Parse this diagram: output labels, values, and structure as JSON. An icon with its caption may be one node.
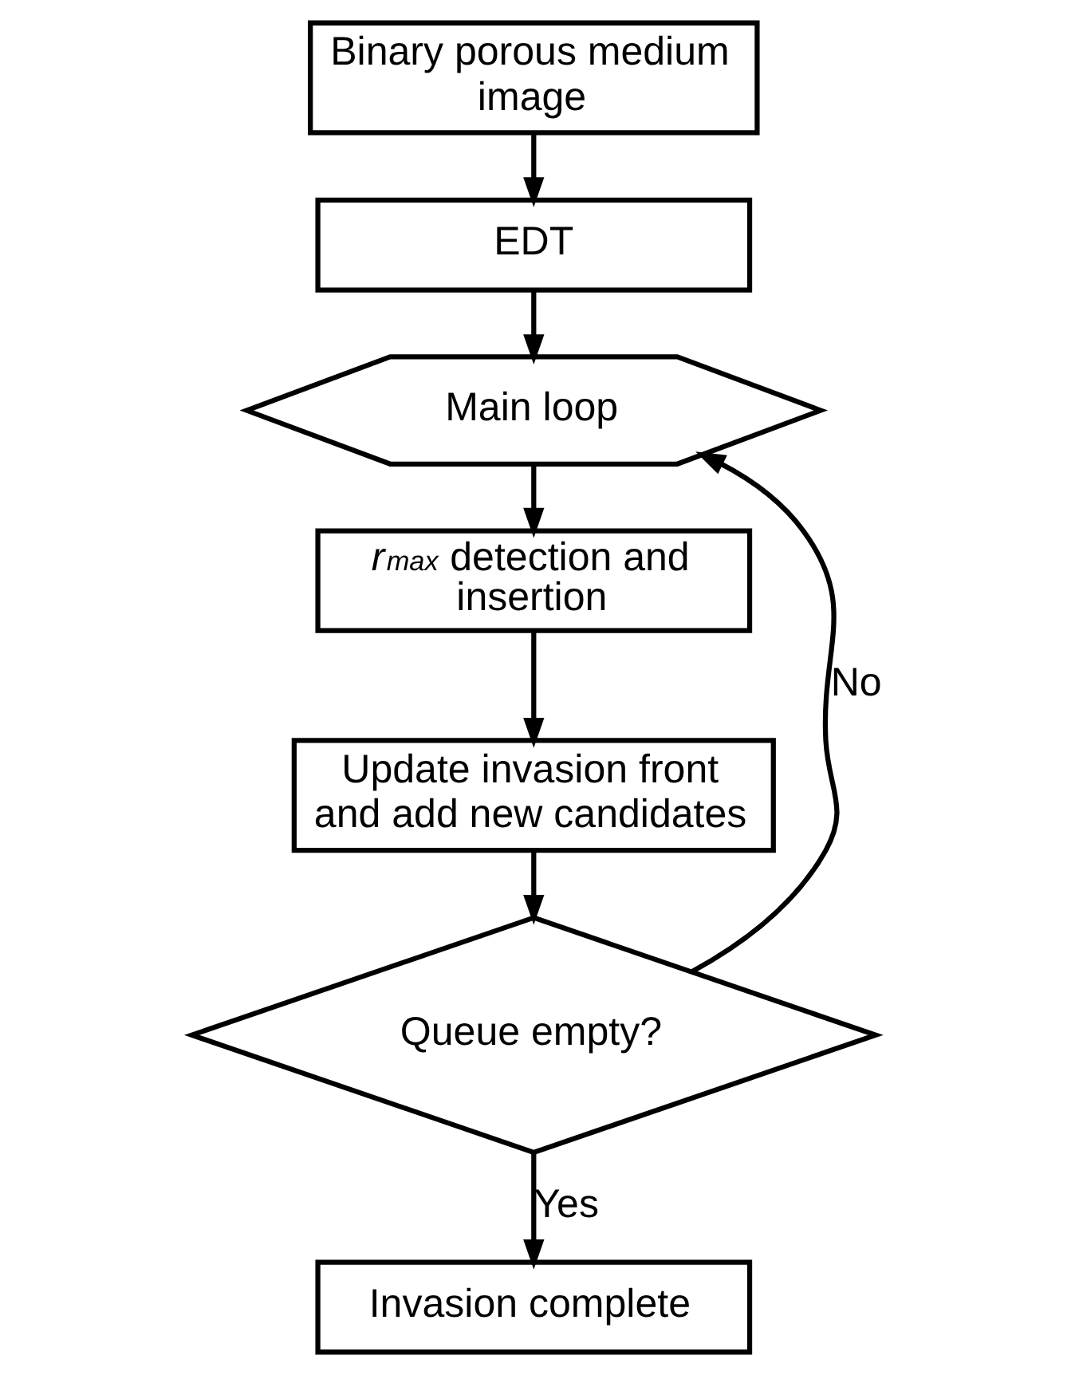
{
  "diagram": {
    "nodes": [
      {
        "text": [
          "Binary porous medium image"
        ]
      },
      {
        "text": [
          "EDT"
        ]
      },
      {
        "text": [
          "Main loop"
        ]
      },
      {
        "text": [
          "*r*$_{max}$ detection and insertion"
        ]
      },
      {
        "text": [
          "Update invasion front and add new candidates"
        ]
      },
      {
        "text": [
          "Queue empty?"
        ]
      },
      {
        "text": [
          "Invasion complete"
        ]
      }
    ],
    "edges": [
      {
        "from": 0,
        "to": 1,
        "arrow": "to"
      },
      {
        "from": 1,
        "to": 2,
        "arrow": "to"
      },
      {
        "from": 2,
        "to": 3,
        "arrow": "to"
      },
      {
        "from": 3,
        "to": 4,
        "arrow": "to"
      },
      {
        "from": 4,
        "to": 5,
        "arrow": "to"
      },
      {
        "from": 5,
        "to": 6,
        "arrow": "to",
        "label": "Yes"
      },
      {
        "from": 5,
        "to": 2,
        "arrow": "to",
        "label": "No"
      }
    ]
  }
}
